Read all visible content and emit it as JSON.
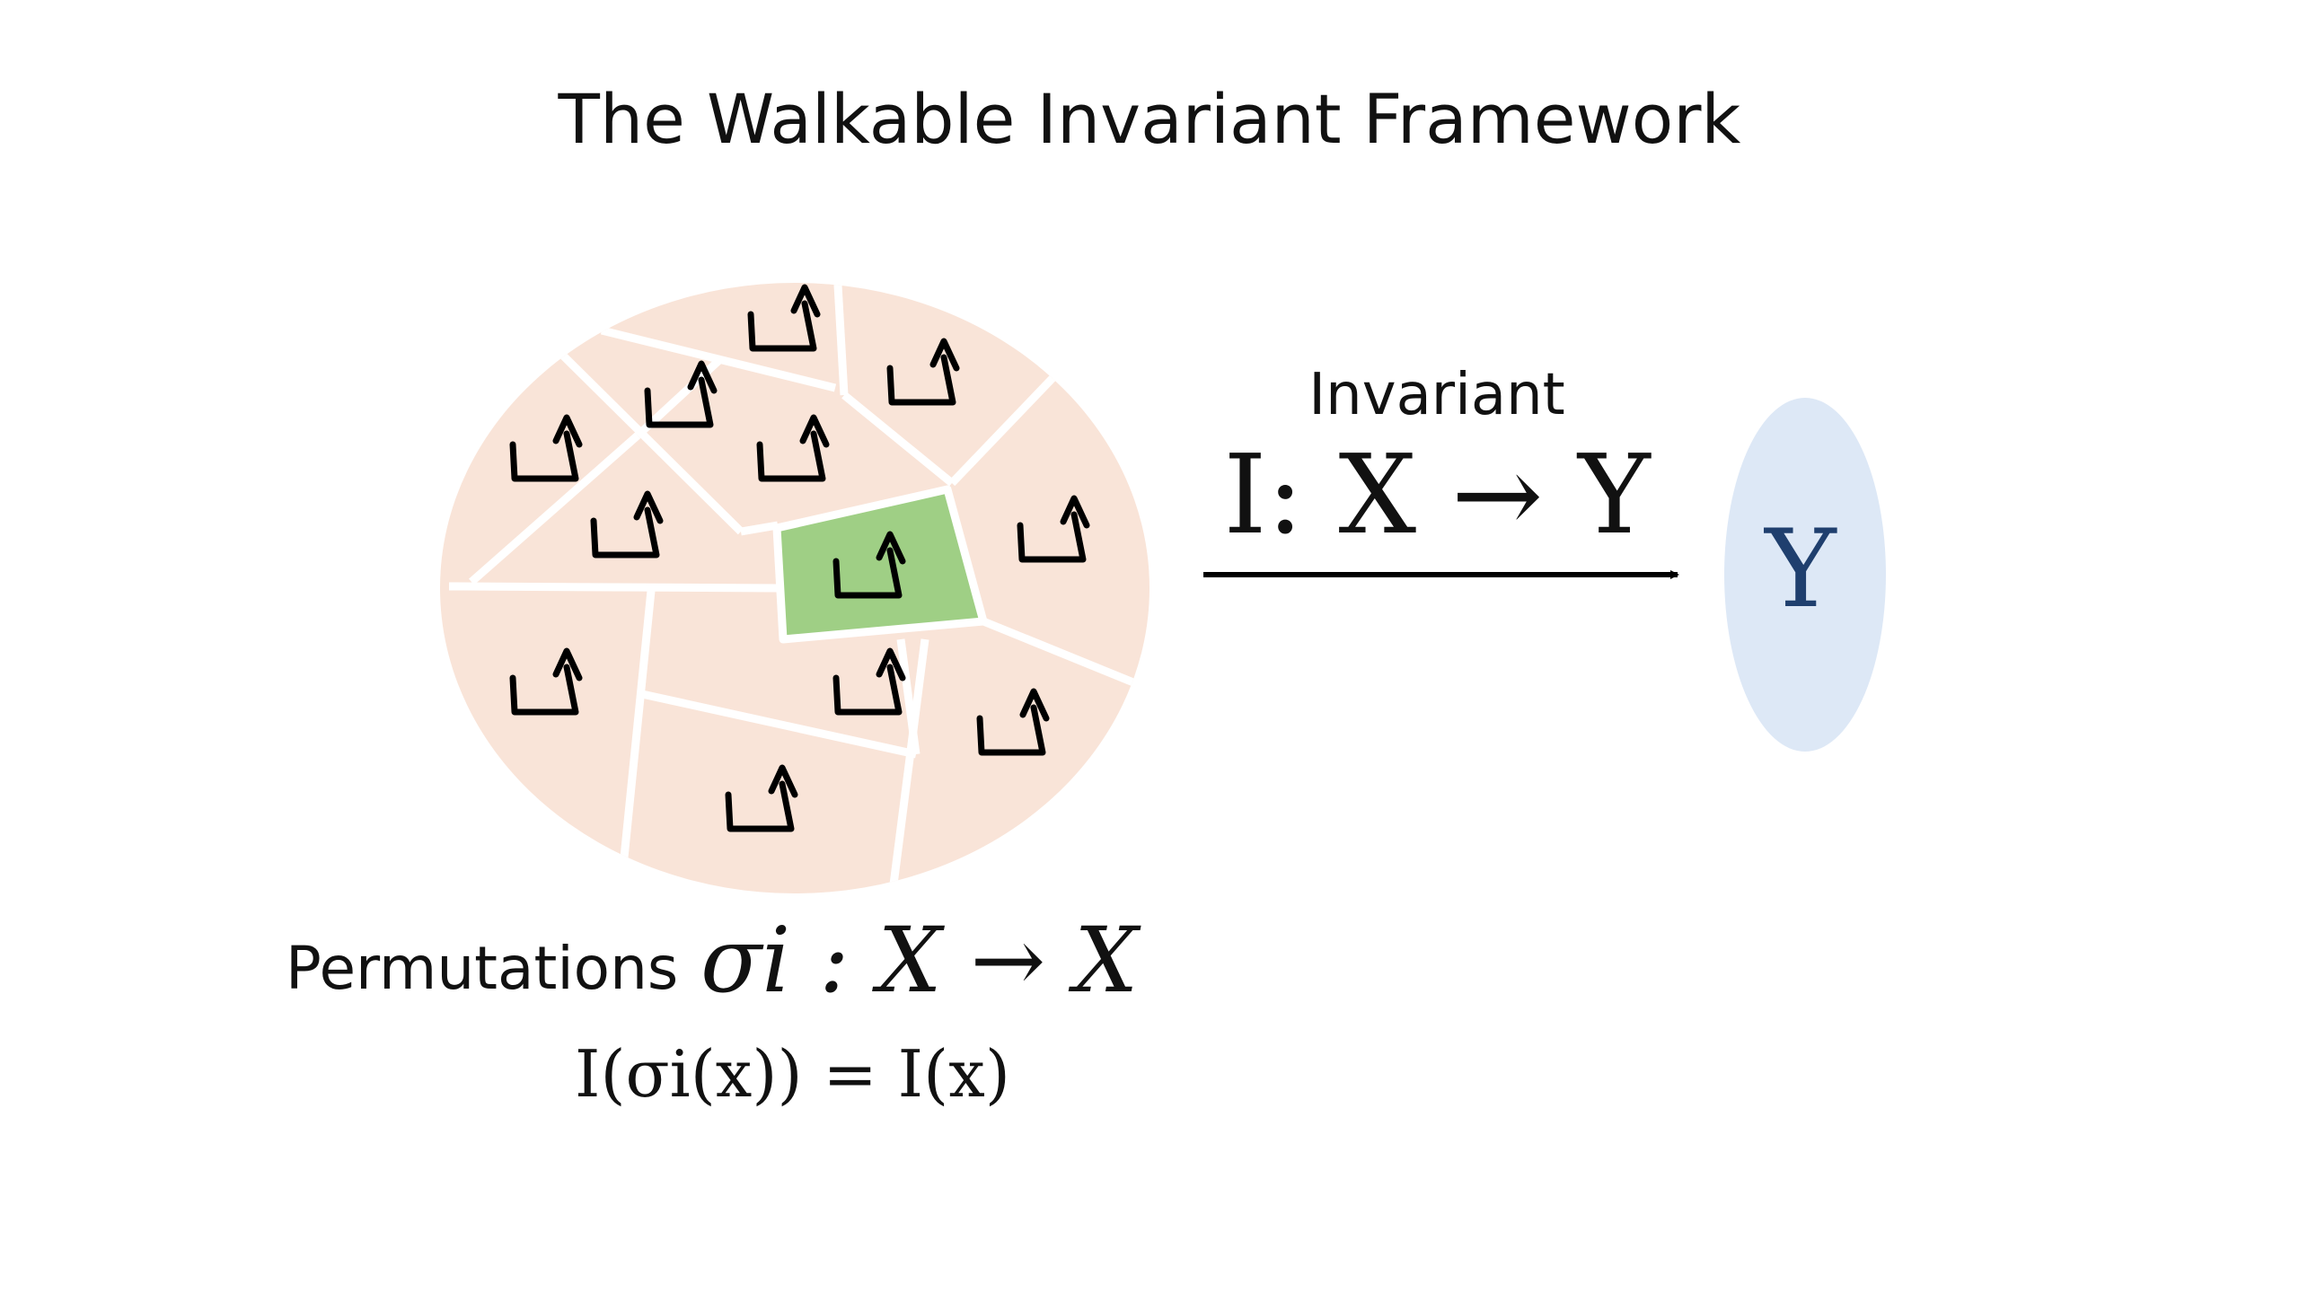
{
  "title": "The Walkable Invariant Framework",
  "arrow": {
    "label": "Invariant",
    "formula": "I: X → Y"
  },
  "codomain": {
    "label": "Y"
  },
  "permutations": {
    "label": "Permutations",
    "formula": "σi : X → X",
    "invariance_equation": "I(σi(x)) = I(x)"
  },
  "colors": {
    "region_fill": "#f9e4d8",
    "highlight_fill": "#9fcf85",
    "codomain_fill": "#dde8f6",
    "codomain_text": "#1f3f6e",
    "loop_icon": "#000000"
  },
  "icons": {
    "loop": "cycle-arrow-icon"
  }
}
